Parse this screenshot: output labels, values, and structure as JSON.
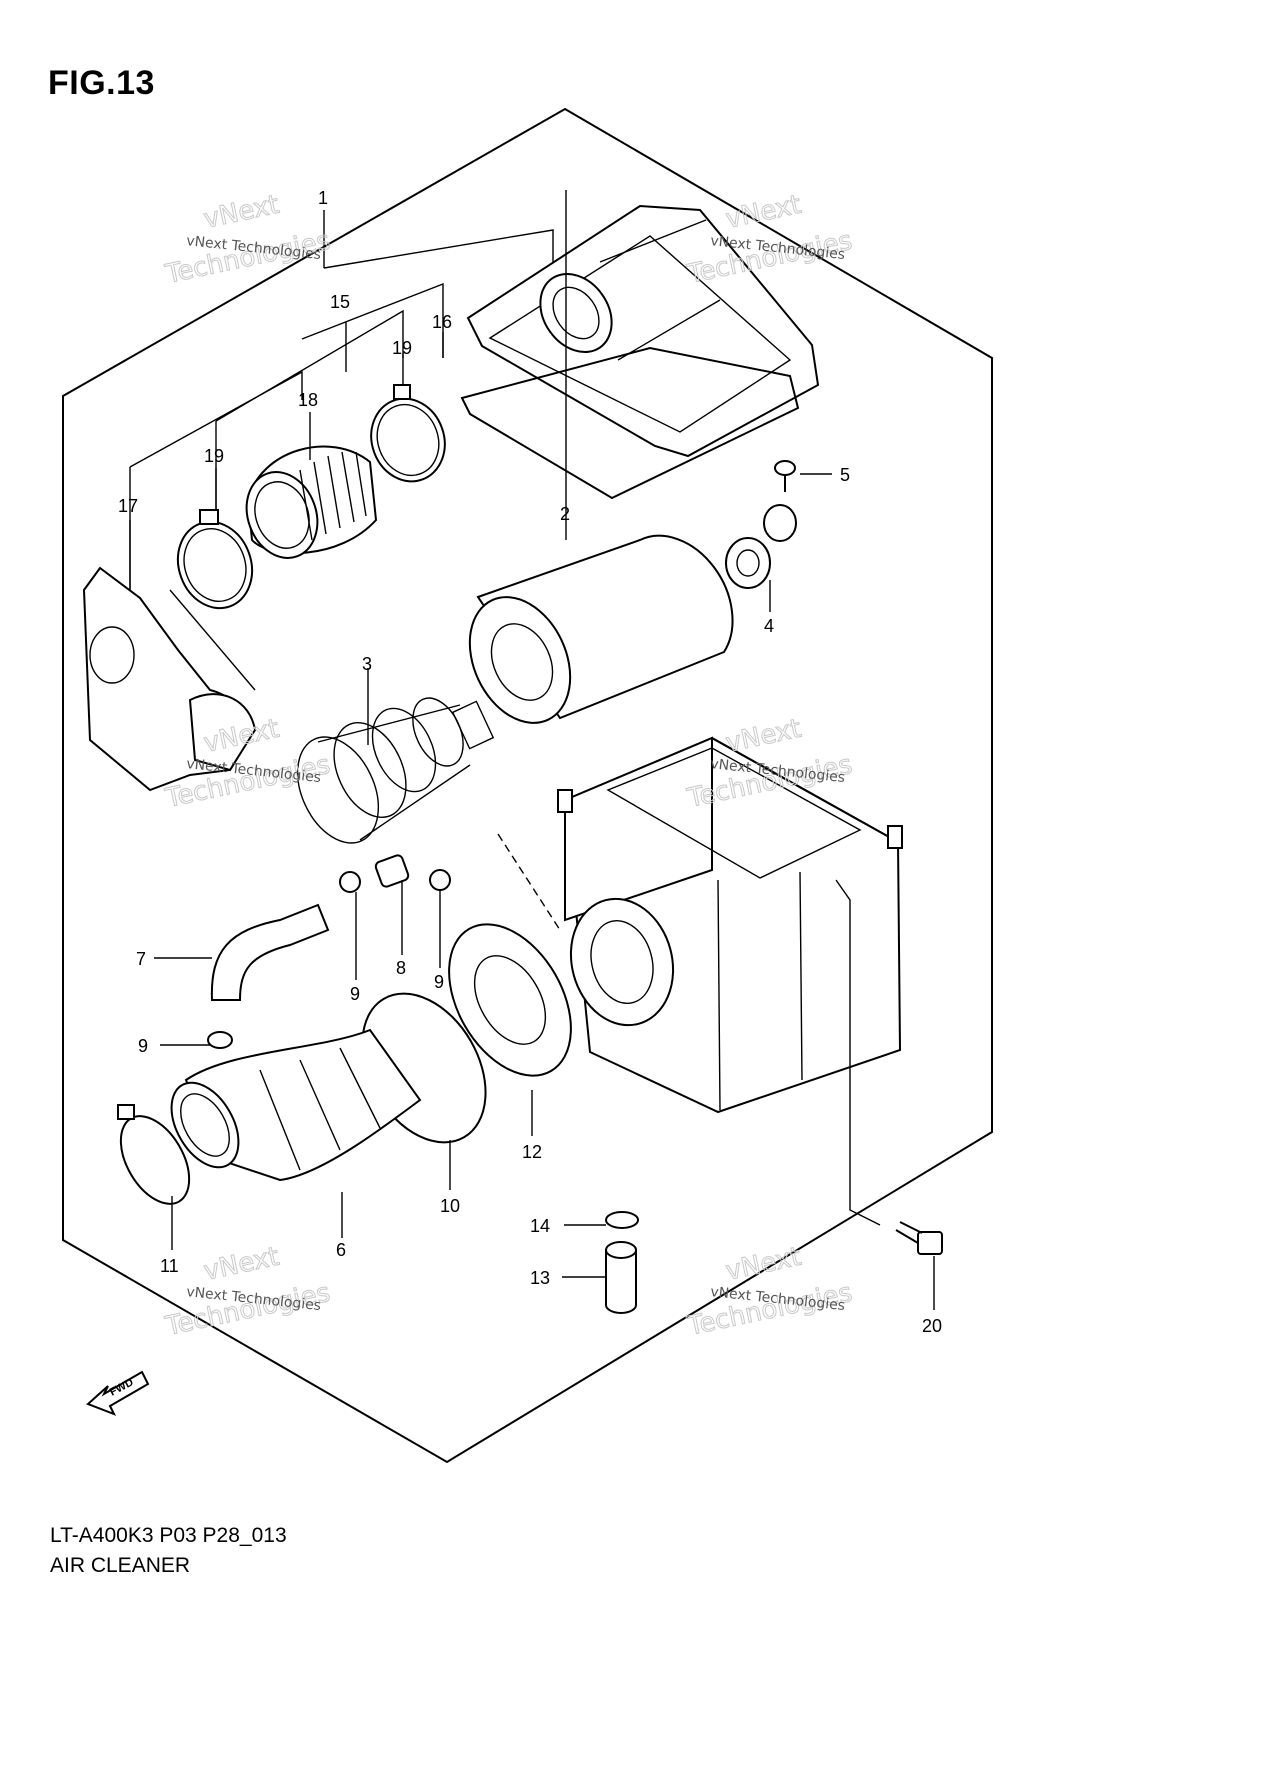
{
  "figure": {
    "title": "FIG.13",
    "model_code": "LT-A400K3 P03 P28_013",
    "assembly_name": "AIR CLEANER"
  },
  "watermark": {
    "line1": "vNext Technologies",
    "line2": "vNext",
    "line3": "Technologies"
  },
  "forward_badge": "FWD",
  "callouts": [
    {
      "n": "1"
    },
    {
      "n": "2"
    },
    {
      "n": "3"
    },
    {
      "n": "4"
    },
    {
      "n": "5"
    },
    {
      "n": "6"
    },
    {
      "n": "7"
    },
    {
      "n": "8"
    },
    {
      "n": "9"
    },
    {
      "n": "9"
    },
    {
      "n": "9"
    },
    {
      "n": "10"
    },
    {
      "n": "11"
    },
    {
      "n": "12"
    },
    {
      "n": "13"
    },
    {
      "n": "14"
    },
    {
      "n": "15"
    },
    {
      "n": "16"
    },
    {
      "n": "17"
    },
    {
      "n": "18"
    },
    {
      "n": "19"
    },
    {
      "n": "19"
    },
    {
      "n": "20"
    }
  ]
}
